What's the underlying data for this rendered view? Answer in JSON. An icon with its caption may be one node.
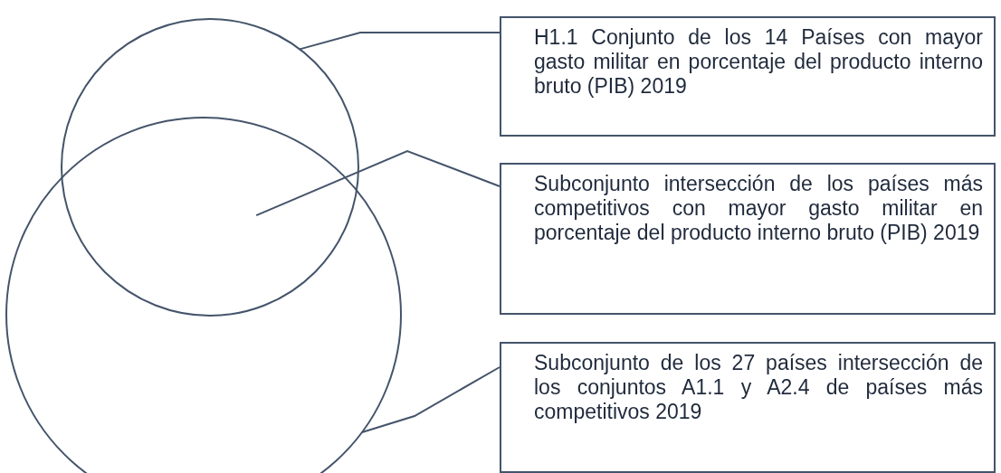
{
  "diagram": {
    "nodes": [
      {
        "text": [],
        "shape": "circle"
      },
      {
        "text": [],
        "shape": "circle"
      },
      {
        "text": [
          "H1.1 Conjunto de los 14 Países con mayor gasto militar en porcentaje del producto interno bruto (PIB) 2019"
        ]
      },
      {
        "text": [
          "Subconjunto intersección de los países más competitivos con mayor gasto militar en porcentaje del producto interno bruto (PIB) 2019"
        ]
      },
      {
        "text": [
          "Subconjunto de los 27 países intersección de los conjuntos A1.1 y A2.4 de países más competitivos 2019"
        ]
      }
    ],
    "edges": [
      {
        "from": 2,
        "to": 0,
        "arrow": "none"
      },
      {
        "from": 3,
        "to": 0,
        "arrow": "none"
      },
      {
        "from": 4,
        "to": 1,
        "arrow": "none"
      }
    ]
  }
}
